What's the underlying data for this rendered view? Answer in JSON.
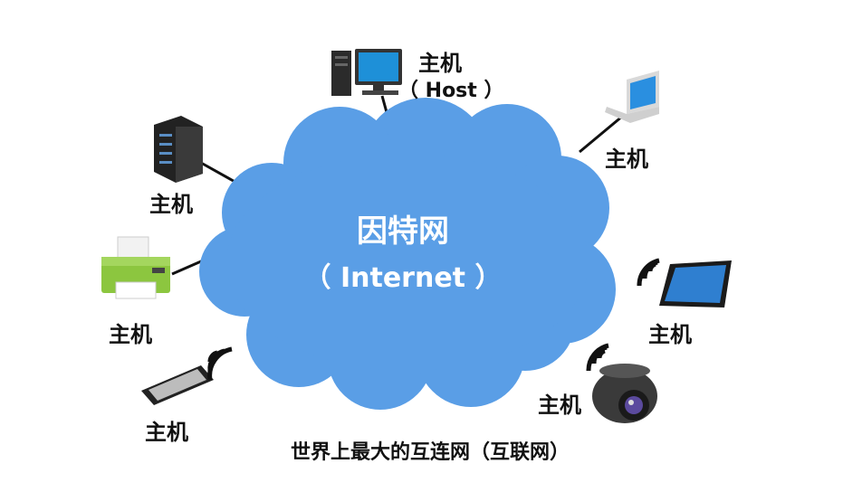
{
  "cloud": {
    "title": "因特网",
    "subtitle": "（ Internet ）"
  },
  "caption": "世界上最大的互连网（互联网）",
  "hosts": {
    "desktop": {
      "label": "主机",
      "sublabel": "（ Host ）",
      "icon": "desktop-computer-icon"
    },
    "laptop": {
      "label": "主机",
      "icon": "laptop-icon"
    },
    "server": {
      "label": "主机",
      "icon": "server-tower-icon"
    },
    "printer": {
      "label": "主机",
      "icon": "printer-icon"
    },
    "phone": {
      "label": "主机",
      "icon": "smartphone-icon"
    },
    "tablet": {
      "label": "主机",
      "icon": "tablet-icon"
    },
    "camera": {
      "label": "主机",
      "icon": "security-camera-icon"
    }
  },
  "colors": {
    "cloud": "#5a9ee6",
    "cloud_edge": "#4a8ad2",
    "link": "#111111"
  }
}
